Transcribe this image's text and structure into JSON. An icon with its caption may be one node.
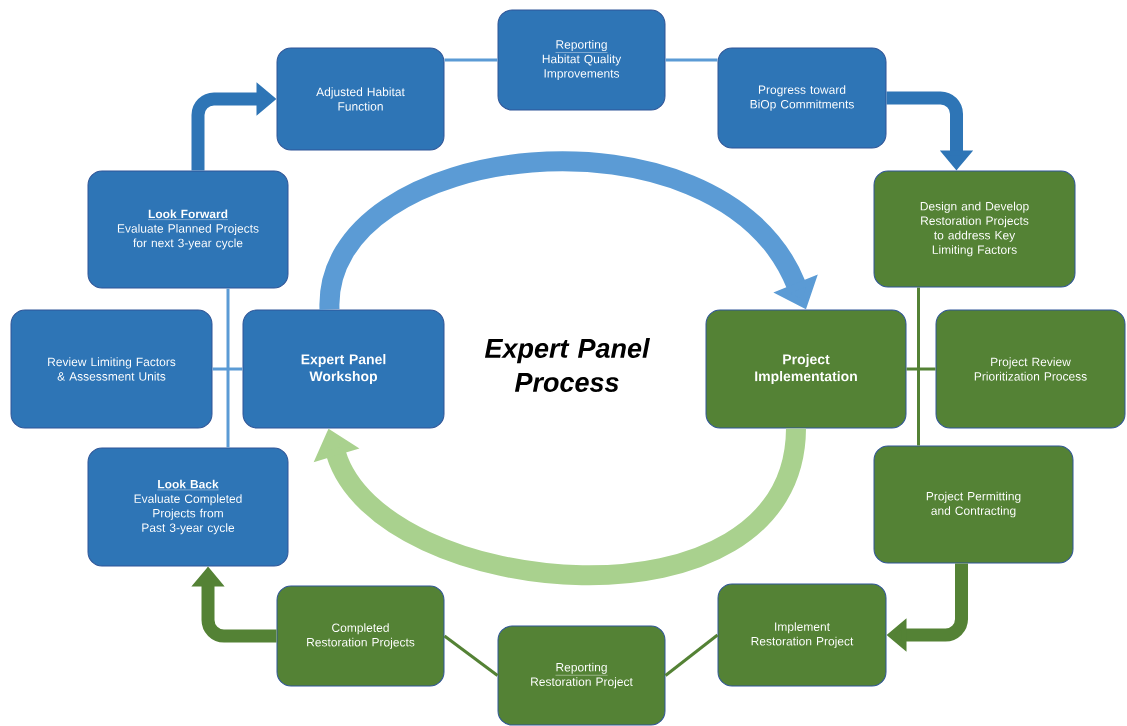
{
  "diagram": {
    "nodes": [
      {
        "text": [
          "Adjusted Habitat Function"
        ]
      },
      {
        "text": [
          "Reporting",
          "Habitat Quality Improvements"
        ]
      },
      {
        "text": [
          "Progress toward BiOp Commitments"
        ]
      },
      {
        "text": [
          "Look Forward",
          "Evaluate Planned Projects for next 3-year cycle"
        ]
      },
      {
        "text": [
          "Design and Develop Restoration Projects to address Key Limiting Factors"
        ]
      },
      {
        "text": [
          "Review Limiting Factors & Assessment Units"
        ]
      },
      {
        "text": [
          "Expert Panel Workshop"
        ]
      },
      {
        "text": [
          "Project Implementation"
        ]
      },
      {
        "text": [
          "Project Review Prioritization Process"
        ]
      },
      {
        "text": [
          "Look Back",
          "Evaluate Completed Projects from Past 3-year cycle"
        ]
      },
      {
        "text": [
          "Project Permitting and Contracting"
        ]
      },
      {
        "text": [
          "Completed Restoration Projects"
        ]
      },
      {
        "text": [
          "Implement Restoration Project"
        ]
      },
      {
        "text": [
          "Reporting",
          "Restoration Project"
        ]
      }
    ],
    "edges": [
      {
        "from": 3,
        "to": 0,
        "arrow": "to",
        "style": "thick",
        "color": "#2e75b6"
      },
      {
        "from": 0,
        "to": 1,
        "arrow": "none",
        "color": "#5b9bd5"
      },
      {
        "from": 1,
        "to": 2,
        "arrow": "none",
        "color": "#5b9bd5"
      },
      {
        "from": 2,
        "to": 4,
        "arrow": "to",
        "style": "thick",
        "color": "#2e75b6"
      },
      {
        "from": 3,
        "to": 9,
        "arrow": "none",
        "color": "#5b9bd5"
      },
      {
        "from": 5,
        "to": 6,
        "arrow": "none",
        "color": "#5b9bd5"
      },
      {
        "from": 6,
        "to": 7,
        "arrow": "to",
        "style": "thick",
        "color": "#5b9bd5"
      },
      {
        "from": 4,
        "to": 10,
        "arrow": "none",
        "color": "#548235"
      },
      {
        "from": 7,
        "to": 8,
        "arrow": "none",
        "color": "#548235"
      },
      {
        "from": 10,
        "to": 12,
        "arrow": "to",
        "style": "thick",
        "color": "#548235"
      },
      {
        "from": 12,
        "to": 13,
        "arrow": "none",
        "color": "#548235"
      },
      {
        "from": 13,
        "to": 11,
        "arrow": "none",
        "color": "#548235"
      },
      {
        "from": 11,
        "to": 9,
        "arrow": "to",
        "style": "thick",
        "color": "#548235"
      },
      {
        "from": 7,
        "to": 6,
        "arrow": "to",
        "style": "thick",
        "color": "#a9d18e"
      }
    ],
    "labels": [
      "Expert Panel Process"
    ]
  }
}
